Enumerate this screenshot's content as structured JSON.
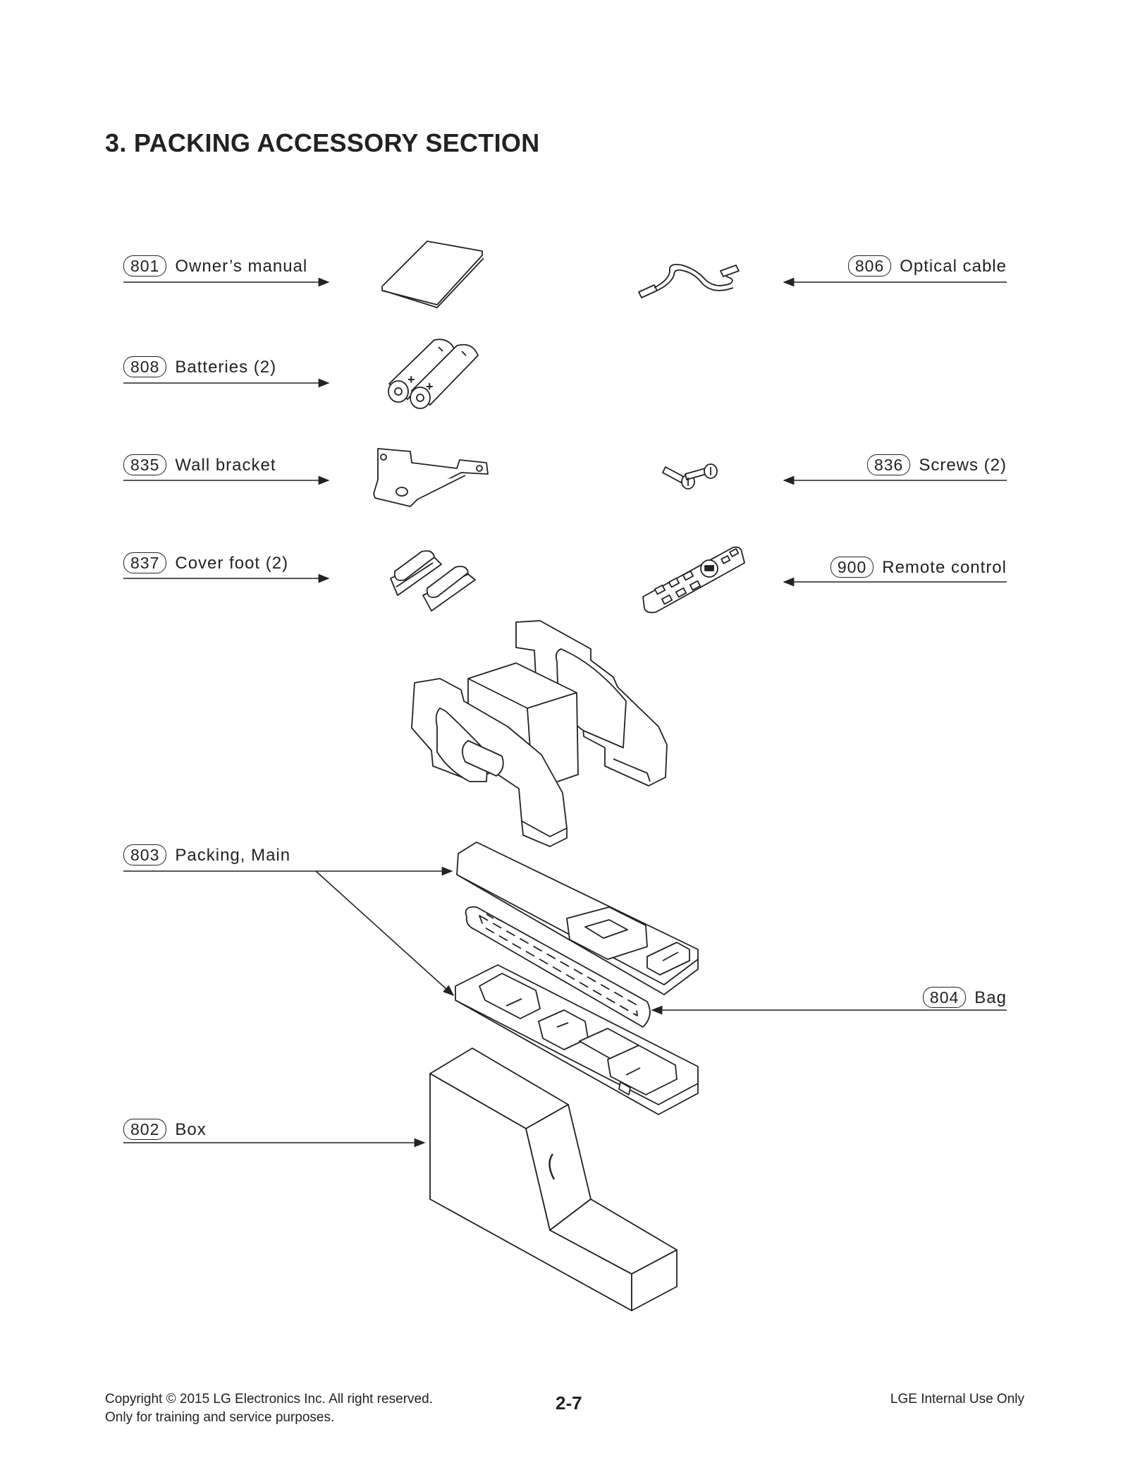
{
  "page_title": "3. PACKING ACCESSORY SECTION",
  "callouts": {
    "c801": {
      "num": "801",
      "label": "Owner’s manual"
    },
    "c808": {
      "num": "808",
      "label": "Batteries (2)"
    },
    "c835": {
      "num": "835",
      "label": "Wall bracket"
    },
    "c837": {
      "num": "837",
      "label": "Cover foot (2)"
    },
    "c803": {
      "num": "803",
      "label": "Packing, Main"
    },
    "c802": {
      "num": "802",
      "label": "Box"
    },
    "c806": {
      "num": "806",
      "label": "Optical cable"
    },
    "c836": {
      "num": "836",
      "label": "Screws (2)"
    },
    "c900": {
      "num": "900",
      "label": "Remote control"
    },
    "c804": {
      "num": "804",
      "label": "Bag"
    }
  },
  "footer": {
    "copyright": "Copyright © 2015 LG Electronics Inc. All right reserved.",
    "note": "Only for training and service purposes.",
    "page_number": "2-7",
    "internal": "LGE Internal Use Only"
  }
}
